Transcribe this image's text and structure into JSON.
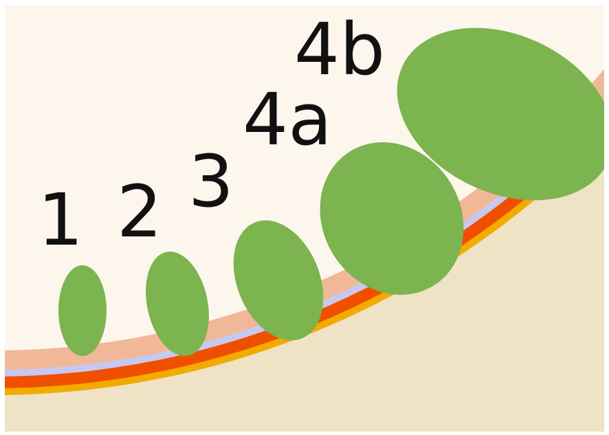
{
  "labels": {
    "stage_1": "1",
    "stage_2": "2",
    "stage_3": "3",
    "stage_4a": "4a",
    "stage_4b": "4b"
  },
  "colors": {
    "exterior_background": "#efe3c5",
    "interior_background": "#fdf6ec",
    "band_outer_yellow": "#f2ab00",
    "band_red": "#f14f00",
    "band_lavender": "#c8c8ee",
    "band_salmon": "#f0b898",
    "droplet_green": "#7cb44f",
    "label_text": "#111111"
  }
}
